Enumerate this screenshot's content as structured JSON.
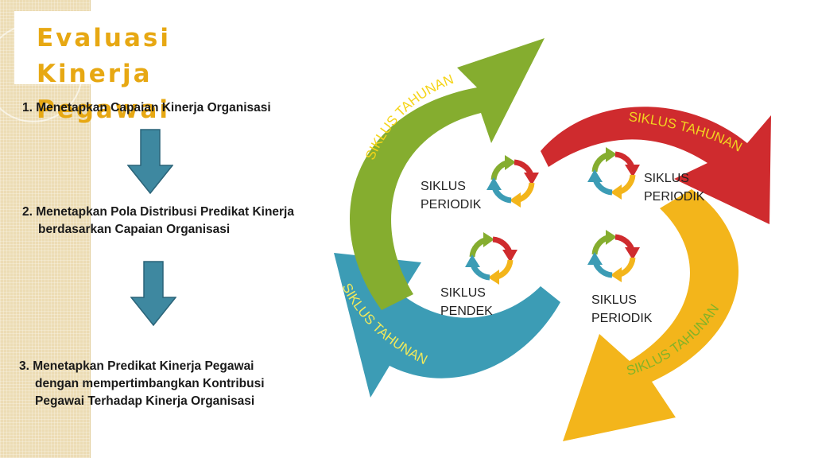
{
  "title_line1": "Evaluasi Kinerja",
  "title_line2": "Pegawai",
  "steps": [
    {
      "num": "1.",
      "lines": [
        "Menetapkan Capaian Kinerja Organisasi"
      ]
    },
    {
      "num": "2.",
      "lines": [
        "Menetapkan Pola Distribusi Predikat Kinerja",
        "berdasarkan Capaian Organisasi"
      ]
    },
    {
      "num": "3.",
      "lines": [
        "Menetapkan Predikat Kinerja Pegawai",
        "dengan mempertimbangkan Kontribusi",
        "Pegawai Terhadap Kinerja Organisasi"
      ]
    }
  ],
  "annual_label": "SIKLUS TAHUNAN",
  "cycles": [
    {
      "line1": "SIKLUS",
      "line2": "PERIODIK"
    },
    {
      "line1": "SIKLUS",
      "line2": "PERIODIK"
    },
    {
      "line1": "SIKLUS",
      "line2": "PENDEK"
    },
    {
      "line1": "SIKLUS",
      "line2": "PERIODIK"
    }
  ],
  "colors": {
    "title": "#e7a813",
    "step_arrow": "#3e88a0",
    "green": "#85ad2f",
    "red": "#cf2b2e",
    "yellow": "#f3b51b",
    "blue": "#3c9cb5",
    "annual_text_green": "#f5d417",
    "annual_text_red": "#f2d220",
    "annual_text_blue": "#f2ea5a",
    "annual_text_yellow": "#83b327"
  }
}
